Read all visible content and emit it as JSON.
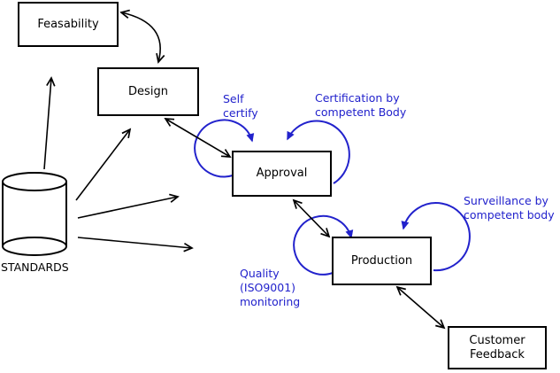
{
  "colors": {
    "accent_blue": "#2222cc",
    "line_black": "#000000",
    "background": "#ffffff"
  },
  "diagram": {
    "nodes": [
      {
        "id": "feasability",
        "label": "Feasability"
      },
      {
        "id": "design",
        "label": "Design"
      },
      {
        "id": "approval",
        "label": "Approval"
      },
      {
        "id": "production",
        "label": "Production"
      },
      {
        "id": "customer_feedback",
        "label": "Customer\nFeedback"
      }
    ],
    "datastore": {
      "label": "STANDARDS"
    },
    "annotations": [
      {
        "id": "self_certify",
        "label": "Self\ncertify"
      },
      {
        "id": "certification_by_competent_body",
        "label": "Certification by\ncompetent Body"
      },
      {
        "id": "surveillance_by_competent_body",
        "label": "Surveillance by\ncompetent body"
      },
      {
        "id": "quality_iso9001_monitoring",
        "label": "Quality\n(ISO9001)\nmonitoring"
      }
    ]
  }
}
